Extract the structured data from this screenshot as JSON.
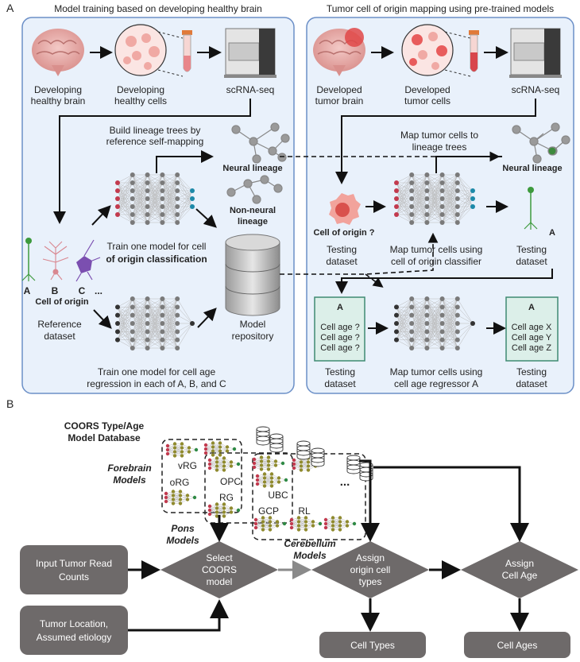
{
  "panel_a": {
    "label": "A",
    "left_title": "Model training based on developing healthy brain",
    "right_title": "Tumor cell of origin mapping using pre-trained models",
    "left": {
      "brain_l1": "Developing",
      "brain_l2": "healthy brain",
      "cells_l1": "Developing",
      "cells_l2": "healthy cells",
      "seq": "scRNA-seq",
      "build_l1": "Build lineage trees by",
      "build_l2": "reference self-mapping",
      "neural": "Neural lineage",
      "nonneural_l1": "Non-neural",
      "nonneural_l2": "lineage",
      "train_l1": "Train one model for cell",
      "train_l2": "of origin classification",
      "cell_a": "A",
      "cell_b": "B",
      "cell_c": "C",
      "cell_more": "...",
      "cell_origin": "Cell of origin",
      "ref_l1": "Reference",
      "ref_l2": "dataset",
      "repo_l1": "Model",
      "repo_l2": "repository",
      "age_l1": "Train one model for cell age",
      "age_l2": "regression in each of A, B, and C"
    },
    "right": {
      "brain_l1": "Developed",
      "brain_l2": "tumor brain",
      "cells_l1": "Developed",
      "cells_l2": "tumor cells",
      "seq": "scRNA-seq",
      "map_l1": "Map tumor cells to",
      "map_l2": "lineage trees",
      "neural": "Neural lineage",
      "coo": "Cell of origin ?",
      "test_l1": "Testing",
      "test_l2": "dataset",
      "mapc_l1": "Map tumor cells using",
      "mapc_l2": "cell of origin classifier",
      "neuron_label": "A",
      "box_in_title": "A",
      "box_in_rows": [
        "Cell age ?",
        "Cell age ?",
        "Cell age ?"
      ],
      "mapr_l1": "Map tumor cells using",
      "mapr_l2": "cell age regressor A",
      "box_out_title": "A",
      "box_out_rows": [
        "Cell age X",
        "Cell age Y",
        "Cell age Z"
      ]
    }
  },
  "panel_b": {
    "label": "B",
    "db_l1": "COORS Type/Age",
    "db_l2": "Model Database",
    "forebrain_l1": "Forebrain",
    "forebrain_l2": "Models",
    "pons_l1": "Pons",
    "pons_l2": "Models",
    "cerebellum_l1": "Cerebellum",
    "cerebellum_l2": "Models",
    "model_labels": [
      "vRG",
      "oRG",
      "OPC",
      "RG",
      "UBC",
      "GCP",
      "RL"
    ],
    "ellipsis": "...",
    "input_counts_l1": "Input Tumor Read",
    "input_counts_l2": "Counts",
    "tumor_loc_l1": "Tumor Location,",
    "tumor_loc_l2": "Assumed etiology",
    "select_l1": "Select",
    "select_l2": "COORS",
    "select_l3": "model",
    "assign_origin_l1": "Assign",
    "assign_origin_l2": "origin cell",
    "assign_origin_l3": "types",
    "assign_age_l1": "Assign",
    "assign_age_l2": "Cell Age",
    "out_types": "Cell Types",
    "out_ages": "Cell Ages"
  },
  "colors": {
    "panel_bg": "#e9f1fb",
    "panel_border": "#6b8fc7",
    "box_gray": "#6e6a6a",
    "teal_box": "#dcefe9",
    "teal_border": "#3f8a73",
    "node_red": "#c23a4e",
    "node_gray": "#7a7a7a",
    "node_blue": "#1c89a8",
    "node_olive": "#8f8a2e",
    "node_green": "#2f8a45"
  }
}
